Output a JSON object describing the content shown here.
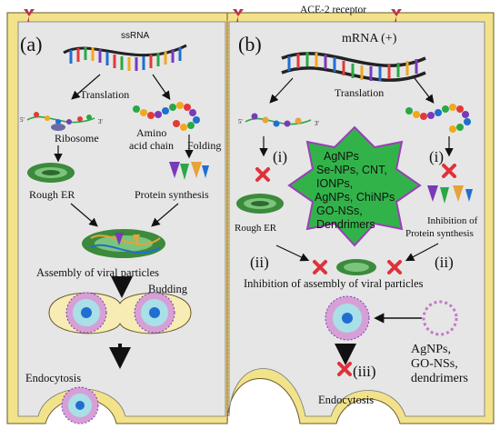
{
  "receptor_label": "ACE-2 receptor",
  "panel_a": {
    "tag": "(a)",
    "rna_label": "ssRNA",
    "translation": "Translation",
    "ribosome": "Ribosome",
    "amino_chain_1": "Amino",
    "amino_chain_2": "acid chain",
    "folding": "Folding",
    "rough_er": "Rough ER",
    "protein_synthesis": "Protein synthesis",
    "assembly": "Assembly of viral particles",
    "budding": "Budding",
    "endocytosis": "Endocytosis",
    "strand_5": "5'",
    "strand_3": "3'"
  },
  "panel_b": {
    "tag": "(b)",
    "rna_label": "mRNA (+)",
    "translation": "Translation",
    "step_i": "(i)",
    "step_ii": "(ii)",
    "step_iii": "(iii)",
    "rough_er": "Rough ER",
    "inhibition_protein_1": "Inhibition of",
    "inhibition_protein_2": "Protein synthesis",
    "inhibition_assembly": "Inhibition of assembly of viral particles",
    "endocytosis": "Endocytosis",
    "strand_5": "5'",
    "strand_3": "3'",
    "star_lines": [
      "AgNPs",
      "Se-NPs, CNT,",
      "IONPs,",
      "AgNPs, ChiNPs",
      "GO-NSs,",
      "Dendrimers"
    ],
    "side_lines": [
      "AgNPs,",
      "GO-NSs,",
      "dendrimers"
    ]
  },
  "colors": {
    "cell_fill": "#e6e6e6",
    "membrane": "#f2e28a",
    "receptor": "#b8364a",
    "star_fill": "#32b34a",
    "star_stroke": "#9a3fb5",
    "inhibit_x": "#e0313a",
    "divider": "#d8892a"
  }
}
